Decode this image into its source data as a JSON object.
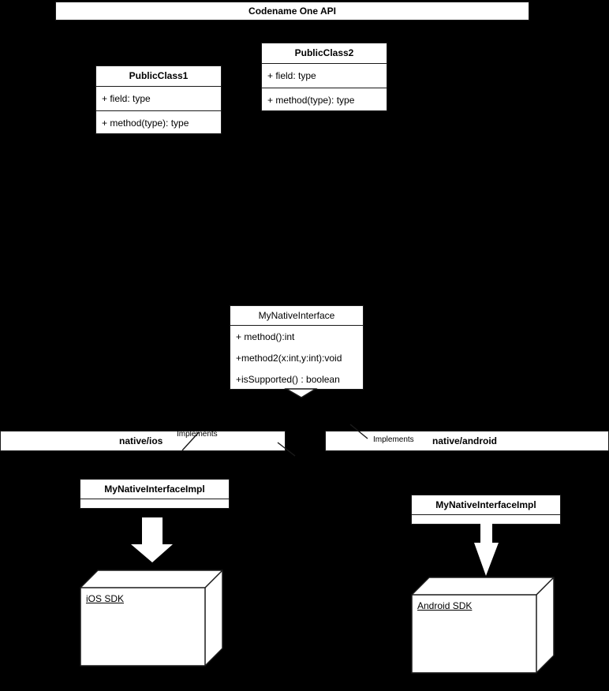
{
  "diagram": {
    "title_banner": {
      "label": "Codename One API"
    },
    "api_classes": [
      {
        "name": "PublicClass1",
        "field": "+ field: type",
        "method": "+ method(type): type"
      },
      {
        "name": "PublicClass2",
        "field": "+ field: type",
        "method": "+ method(type): type"
      }
    ],
    "native_interface": {
      "name": "MyNativeInterface",
      "methods": [
        "+ method():int",
        "+method2(x:int,y:int):void",
        "+isSupported() : boolean"
      ]
    },
    "platforms": [
      {
        "banner_label": "native/ios",
        "stereotype": "Implements",
        "impl_class": "MyNativeInterfaceImpl",
        "sdk_label": "iOS SDK"
      },
      {
        "banner_label": "native/android",
        "stereotype": "Implements",
        "impl_class": "MyNativeInterfaceImpl",
        "sdk_label": "Android SDK"
      }
    ],
    "colors": {
      "background": "#000000",
      "box_fill": "#ffffff",
      "stroke": "#1a1a1a",
      "text": "#000000"
    }
  }
}
